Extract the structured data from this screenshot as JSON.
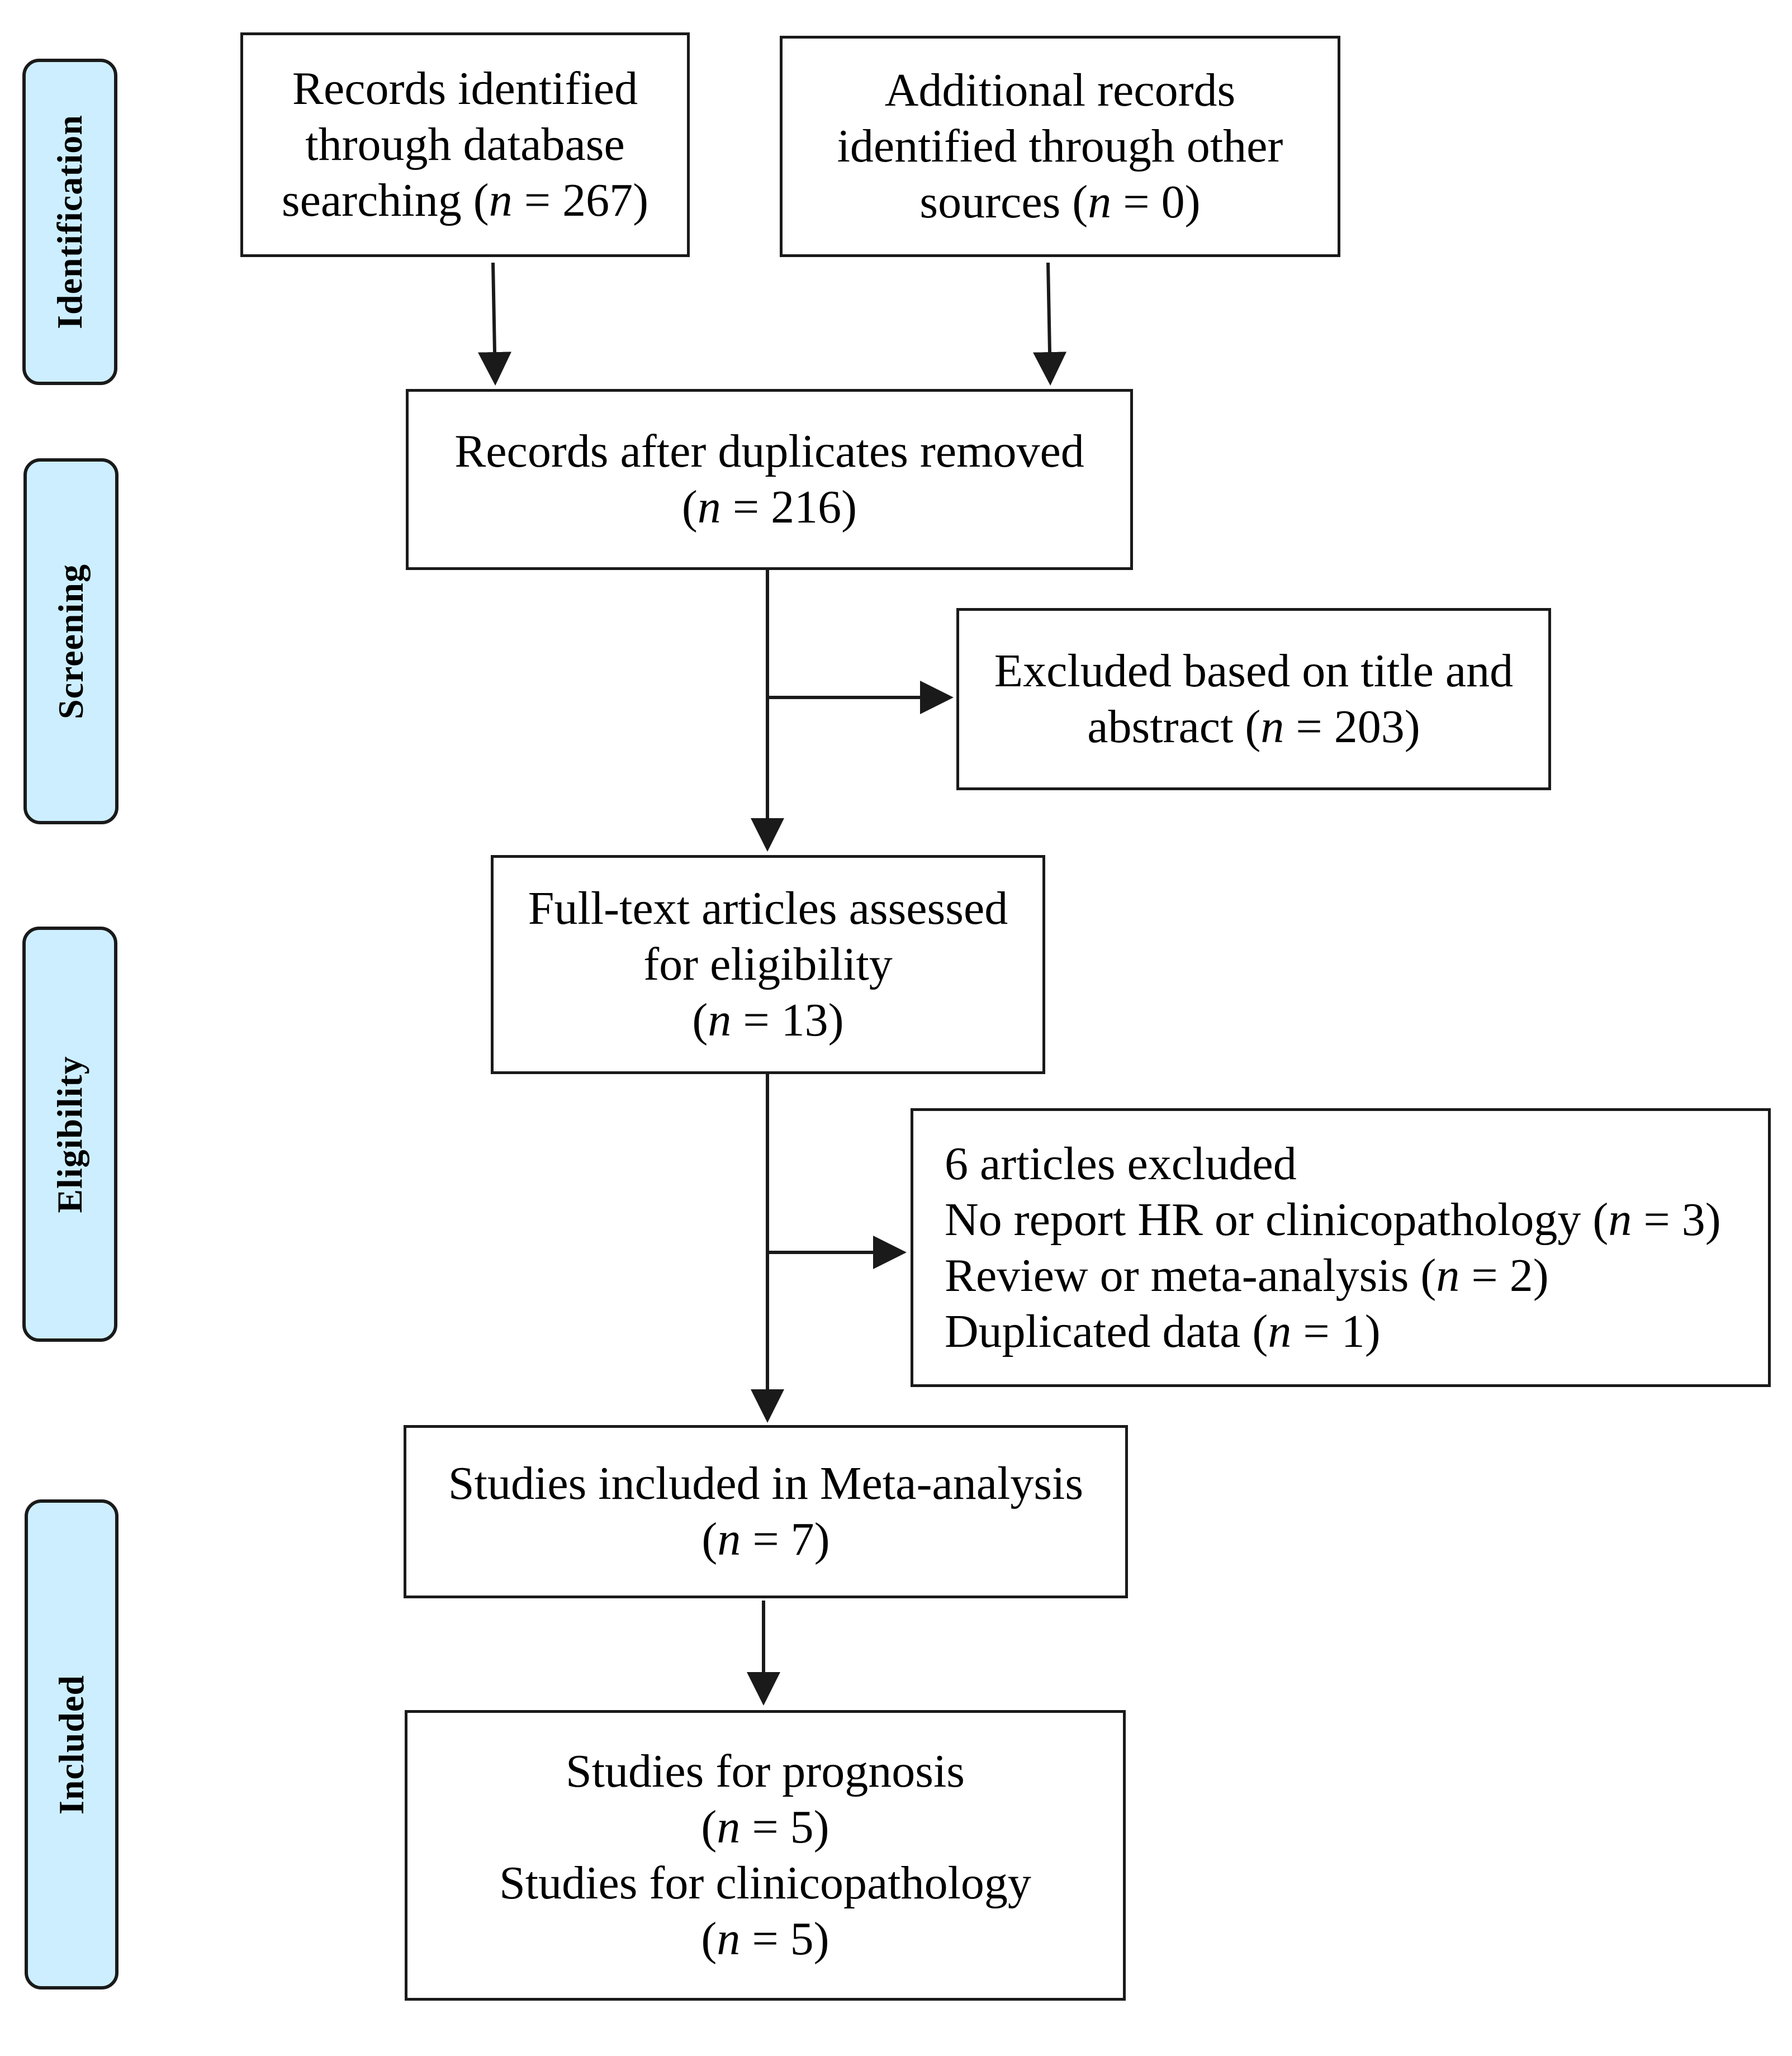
{
  "stages": {
    "identification": "Identification",
    "screening": "Screening",
    "eligibility": "Eligibility",
    "included": "Included"
  },
  "boxes": {
    "database_records": {
      "line1": "Records identified",
      "line2": "through database",
      "line3_pre": "searching (",
      "n_symbol": "n",
      "line3_post": " = 267)"
    },
    "other_records": {
      "line1": "Additional records",
      "line2": "identified through other",
      "line3_pre": "sources (",
      "n_symbol": "n",
      "line3_post": " = 0)"
    },
    "duplicates_removed": {
      "line1": "Records after duplicates removed",
      "line2_pre": "(",
      "n_symbol": "n",
      "line2_post": " = 216)"
    },
    "excluded_title_abstract": {
      "line1": "Excluded based on title and",
      "line2_pre": "abstract (",
      "n_symbol": "n",
      "line2_post": " = 203)"
    },
    "full_text_assessed": {
      "line1": "Full-text articles assessed",
      "line2": "for eligibility",
      "line3_pre": "(",
      "n_symbol": "n",
      "line3_post": " = 13)"
    },
    "articles_excluded": {
      "line1": "6 articles excluded",
      "line2_pre": "No report HR or clinicopathology (",
      "line2_n": "n",
      "line2_post": " = 3)",
      "line3_pre": "Review or meta-analysis (",
      "line3_n": "n",
      "line3_post": " = 2)",
      "line4_pre": "Duplicated data (",
      "line4_n": "n",
      "line4_post": " = 1)"
    },
    "studies_included": {
      "line1": "Studies included in Meta-analysis",
      "line2_pre": "(",
      "n_symbol": "n",
      "line2_post": " = 7)"
    },
    "studies_final": {
      "line1": "Studies for prognosis",
      "line2_pre": "(",
      "line2_n": "n",
      "line2_post": " = 5)",
      "line3": "Studies for clinicopathology",
      "line4_pre": "(",
      "line4_n": "n",
      "line4_post": " = 5)"
    }
  },
  "colors": {
    "stage_fill": "#cceeff",
    "stroke": "#1a1a1a"
  }
}
